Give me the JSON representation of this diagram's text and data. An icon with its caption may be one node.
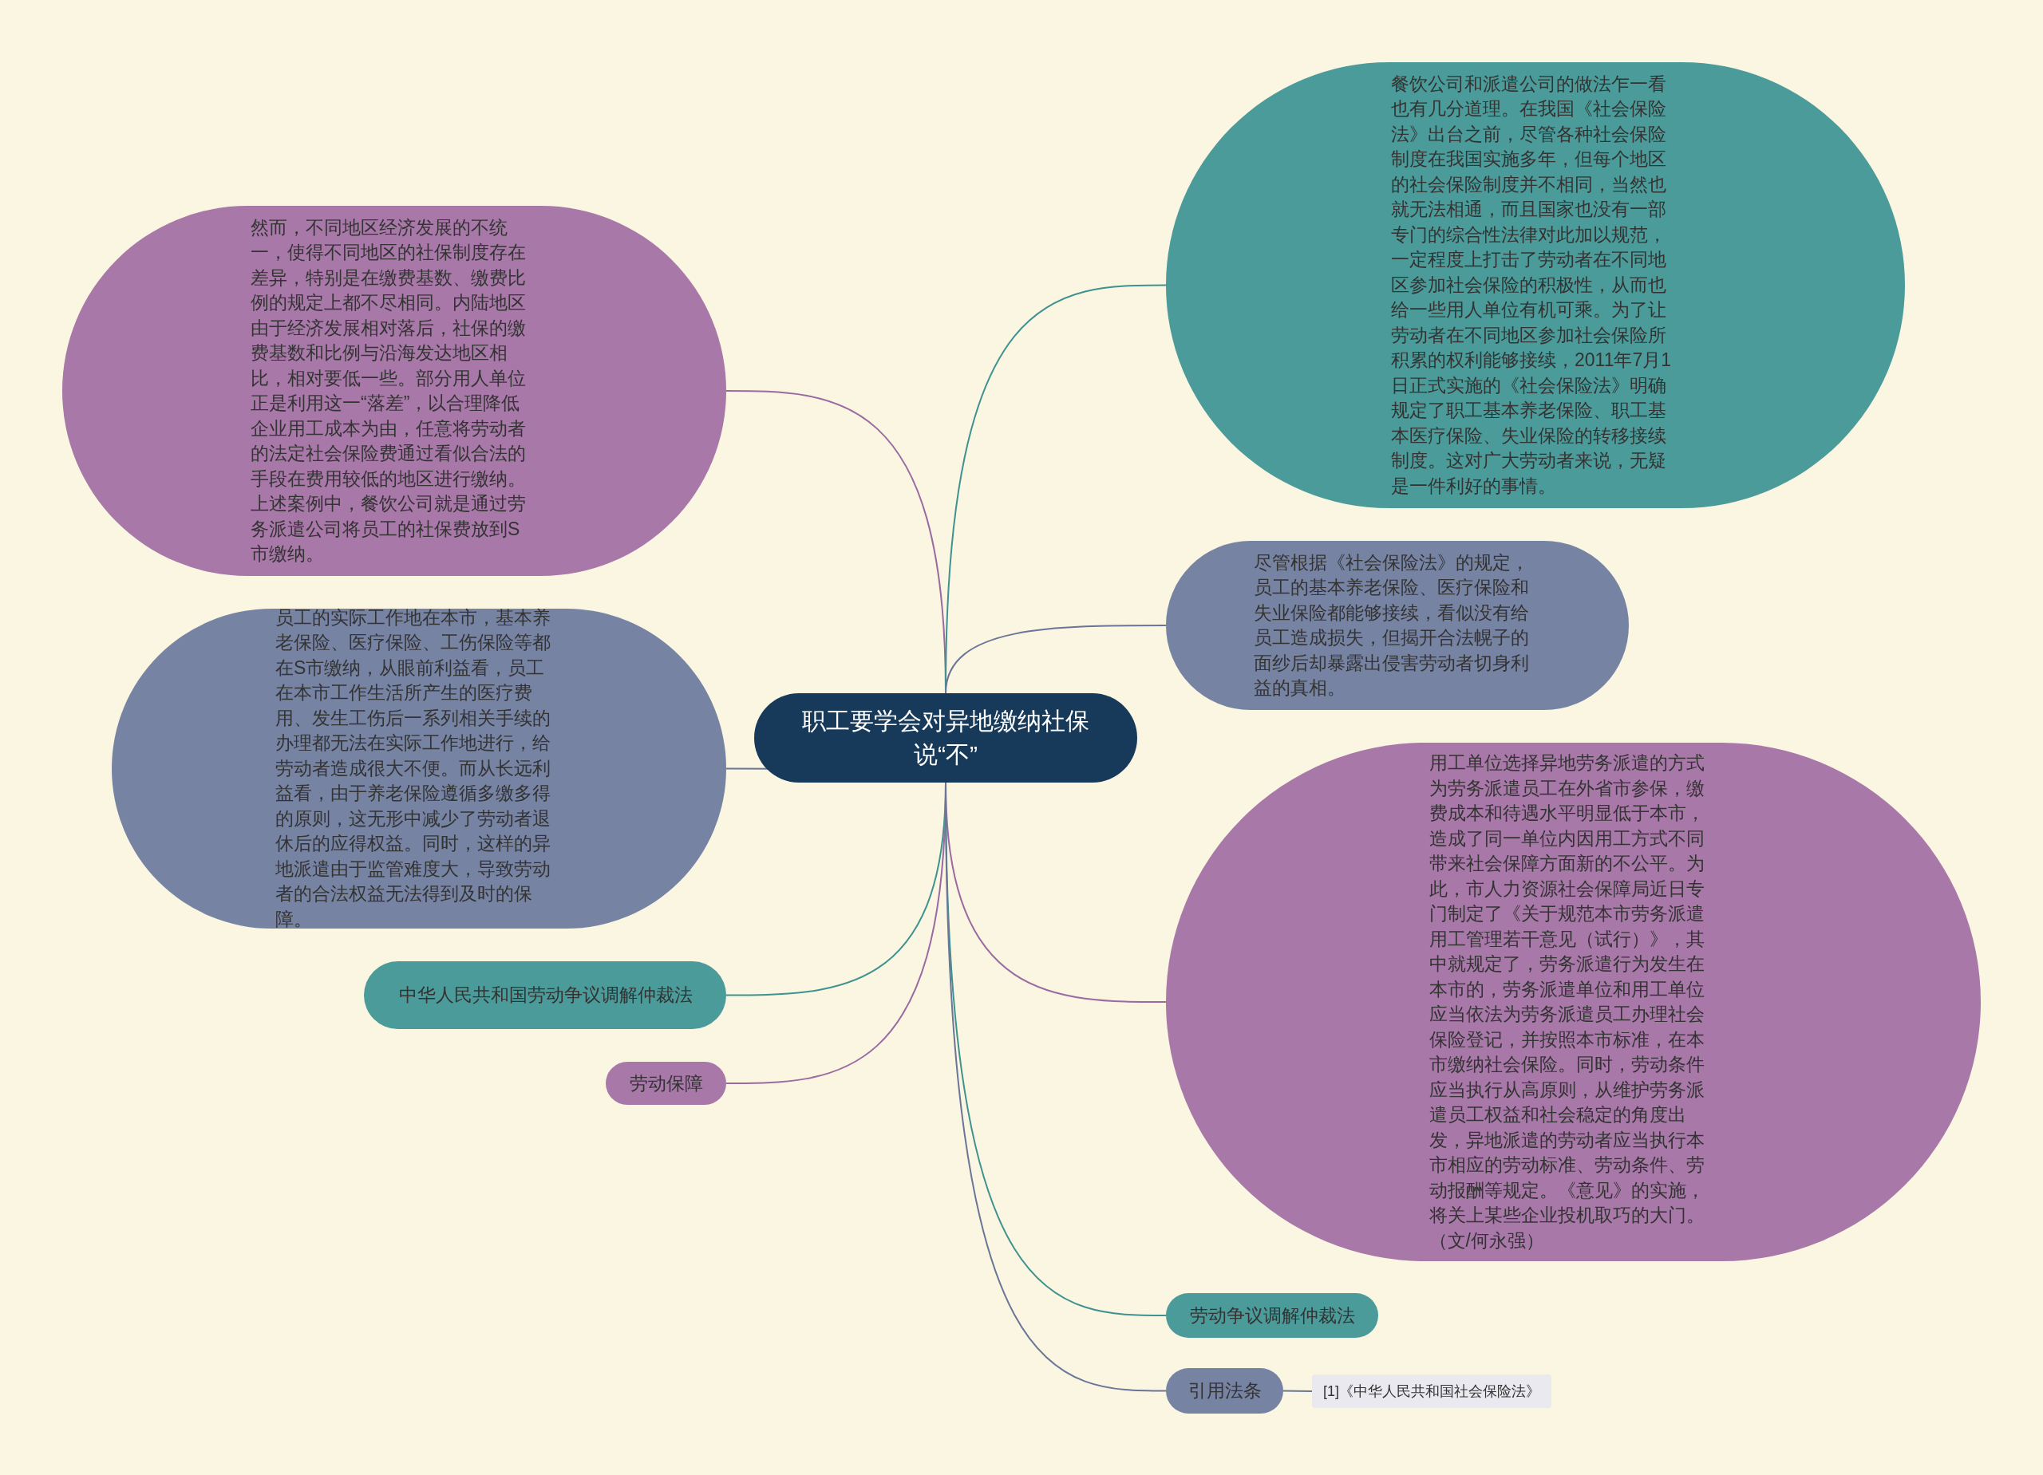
{
  "diagram": {
    "nodes": [
      {
        "text": [
          "职工要学会对异地缴纳社保说“不”"
        ]
      },
      {
        "text": [
          "然而，不同地区经济发展的不统一，使得不同地区的社保制度存在差异，特别是在缴费基数、缴费比例的规定上都不尽相同。内陆地区由于经济发展相对落后，社保的缴费基数和比例与沿海发达地区相比，相对要低一些。部分用人单位正是利用这一“落差”，以合理降低企业用工成本为由，任意将劳动者的法定社会保险费通过看似合法的手段在费用较低的地区进行缴纳。上述案例中，餐饮公司就是通过劳务派遣公司将员工的社保费放到S市缴纳。"
        ]
      },
      {
        "text": [
          "员工的实际工作地在本市，基本养老保险、医疗保险、工伤保险等都在S市缴纳，从眼前利益看，员工在本市工作生活所产生的医疗费用、发生工伤后一系列相关手续的办理都无法在实际工作地进行，给劳动者造成很大不便。而从长远利益看，由于养老保险遵循多缴多得的原则，这无形中减少了劳动者退休后的应得权益。同时，这样的异地派遣由于监管难度大，导致劳动者的合法权益无法得到及时的保障。"
        ]
      },
      {
        "text": [
          "中华人民共和国劳动争议调解仲裁法"
        ]
      },
      {
        "text": [
          "劳动保障"
        ]
      },
      {
        "text": [
          "餐饮公司和派遣公司的做法乍一看也有几分道理。在我国《社会保险法》出台之前，尽管各种社会保险制度在我国实施多年，但每个地区的社会保险制度并不相同，当然也就无法相通，而且国家也没有一部专门的综合性法律对此加以规范，一定程度上打击了劳动者在不同地区参加社会保险的积极性，从而也给一些用人单位有机可乘。为了让劳动者在不同地区参加社会保险所积累的权利能够接续，2011年7月1日正式实施的《社会保险法》明确规定了职工基本养老保险、职工基本医疗保险、失业保险的转移接续制度。这对广大劳动者来说，无疑是一件利好的事情。"
        ]
      },
      {
        "text": [
          "尽管根据《社会保险法》的规定，员工的基本养老保险、医疗保险和失业保险都能够接续，看似没有给员工造成损失，但揭开合法幌子的面纱后却暴露出侵害劳动者切身利益的真相。"
        ]
      },
      {
        "text": [
          "用工单位选择异地劳务派遣的方式为劳务派遣员工在外省市参保，缴费成本和待遇水平明显低于本市，造成了同一单位内因用工方式不同带来社会保障方面新的不公平。为此，市人力资源社会保障局近日专门制定了《关于规范本市劳务派遣用工管理若干意见（试行）》，其中就规定了，劳务派遣行为发生在本市的，劳务派遣单位和用工单位应当依法为劳务派遣员工办理社会保险登记，并按照本市标准，在本市缴纳社会保险。同时，劳动条件应当执行从高原则，从维护劳务派遣员工权益和社会稳定的角度出发，异地派遣的劳动者应当执行本市相应的劳动标准、劳动条件、劳动报酬等规定。《意见》的实施，将关上某些企业投机取巧的大门。（文/何永强）"
        ]
      },
      {
        "text": [
          "劳动争议调解仲裁法"
        ]
      },
      {
        "text": [
          "引用法条"
        ]
      },
      {
        "text": [
          "[1]《中华人民共和国社会保险法》"
        ]
      }
    ],
    "edges": [
      {
        "from": 0,
        "to": 1,
        "arrow": "none",
        "color": "#9a6aa0"
      },
      {
        "from": 0,
        "to": 2,
        "arrow": "none",
        "color": "#6a7598"
      },
      {
        "from": 0,
        "to": 3,
        "arrow": "none",
        "color": "#3f9290"
      },
      {
        "from": 0,
        "to": 4,
        "arrow": "none",
        "color": "#9a6aa0"
      },
      {
        "from": 0,
        "to": 5,
        "arrow": "none",
        "color": "#3f9290"
      },
      {
        "from": 0,
        "to": 6,
        "arrow": "none",
        "color": "#6a7598"
      },
      {
        "from": 0,
        "to": 7,
        "arrow": "none",
        "color": "#9a6aa0"
      },
      {
        "from": 0,
        "to": 8,
        "arrow": "none",
        "color": "#3f9290"
      },
      {
        "from": 0,
        "to": 9,
        "arrow": "none",
        "color": "#6a7598"
      },
      {
        "from": 9,
        "to": 10,
        "arrow": "none",
        "color": "#6a7598"
      }
    ]
  }
}
